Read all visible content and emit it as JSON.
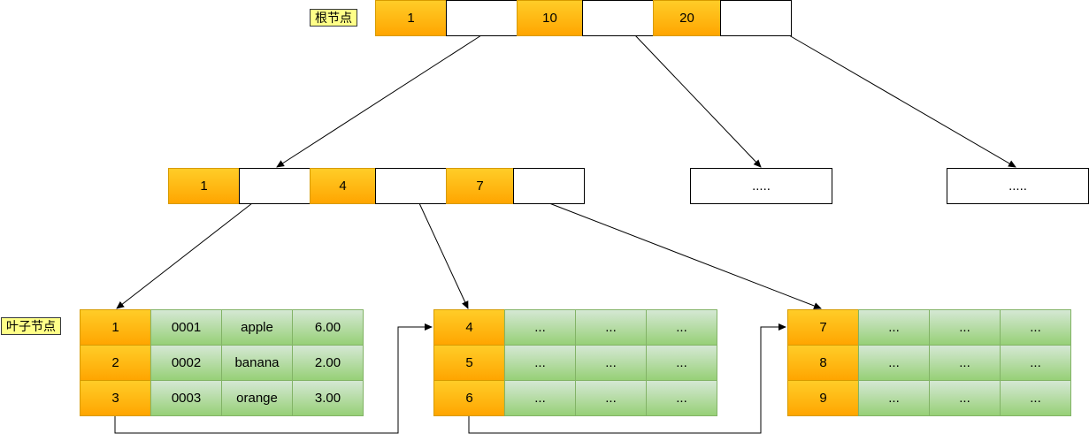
{
  "labels": {
    "root": "根节点",
    "leaf": "叶子节点"
  },
  "root_node": {
    "keys": [
      "1",
      "10",
      "20"
    ]
  },
  "internal_nodes": {
    "left": {
      "keys": [
        "1",
        "4",
        "7"
      ]
    },
    "middle": {
      "text": "....."
    },
    "right": {
      "text": "....."
    }
  },
  "leaves": [
    {
      "rows": [
        [
          "1",
          "0001",
          "apple",
          "6.00"
        ],
        [
          "2",
          "0002",
          "banana",
          "2.00"
        ],
        [
          "3",
          "0003",
          "orange",
          "3.00"
        ]
      ]
    },
    {
      "rows": [
        [
          "4",
          "...",
          "...",
          "..."
        ],
        [
          "5",
          "...",
          "...",
          "..."
        ],
        [
          "6",
          "...",
          "...",
          "..."
        ]
      ]
    },
    {
      "rows": [
        [
          "7",
          "...",
          "...",
          "..."
        ],
        [
          "8",
          "...",
          "...",
          "..."
        ],
        [
          "9",
          "...",
          "...",
          "..."
        ]
      ]
    }
  ],
  "colors": {
    "key_fill_top": "#ffcd28",
    "key_fill_bottom": "#ffa500",
    "key_stroke": "#d79b00",
    "data_fill_top": "#d5e8d4",
    "data_fill_bottom": "#97d077",
    "data_stroke": "#82b366",
    "label_fill": "#ffff88"
  }
}
